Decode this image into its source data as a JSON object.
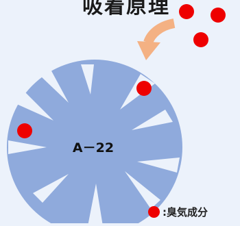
{
  "title": "吸着原理",
  "particle_label": "A－22",
  "legend": {
    "text": ":臭気成分"
  },
  "colors": {
    "background": "#ecf2fb",
    "particle": "#8faadc",
    "pore": "#ffffff",
    "odor": "#ee0000",
    "arrow": "#f4b183"
  },
  "icons": {
    "arrow": "curved-arrow-icon",
    "odor": "odor-molecule-icon"
  }
}
